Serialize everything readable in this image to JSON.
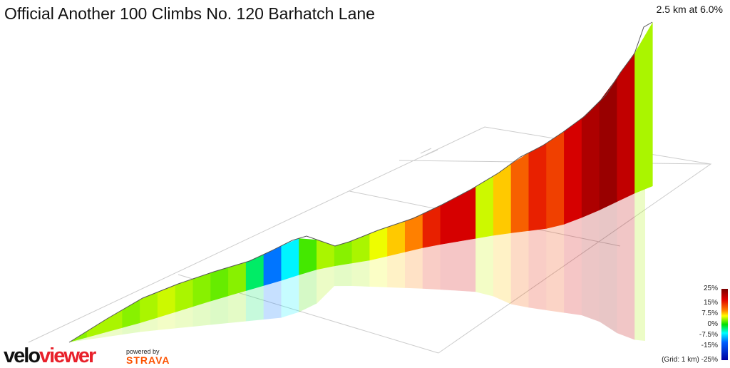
{
  "header": {
    "title": "Official Another 100 Climbs No. 120 Barhatch Lane",
    "summary": "2.5 km at 6.0%"
  },
  "legend": {
    "labels": [
      "25%",
      "15%",
      "7.5%",
      "0%",
      "-7.5%",
      "-15%",
      "(Grid: 1 km) -25%"
    ]
  },
  "branding": {
    "logo_part1": "velo",
    "logo_part2": "viewer",
    "powered_by": "powered by",
    "strava": "STRAVA"
  },
  "chart_data": {
    "type": "area",
    "title": "Official Another 100 Climbs No. 120 Barhatch Lane",
    "distance_km": 2.5,
    "average_gradient_pct": 6.0,
    "color_scale_pct": [
      -25,
      25
    ],
    "grid_km": 1,
    "gradient_samples_pct": [
      4,
      5,
      5,
      4,
      5,
      6,
      5,
      4,
      3,
      4,
      -3,
      -14,
      -8,
      2,
      5,
      4,
      5,
      7,
      9,
      11,
      14,
      16,
      16,
      6,
      9,
      12,
      14,
      13,
      16,
      20,
      22,
      18,
      5
    ]
  }
}
